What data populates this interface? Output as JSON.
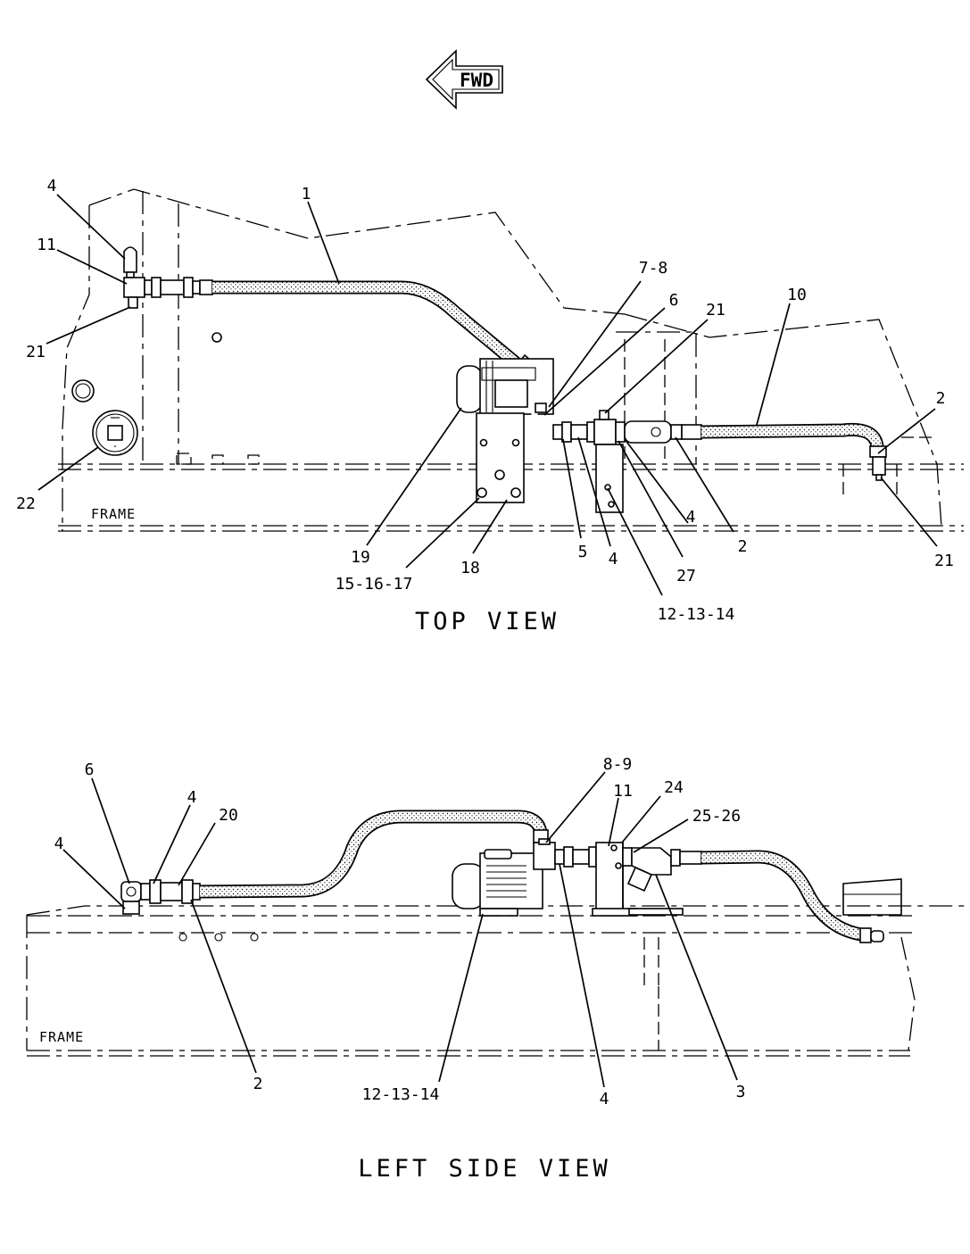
{
  "orientation_arrow": {
    "label": "FWD"
  },
  "top_view": {
    "title": "TOP VIEW",
    "frame_label": "FRAME",
    "callouts": [
      "4",
      "11",
      "21",
      "1",
      "22",
      "19",
      "15-16-17",
      "18",
      "7-8",
      "6",
      "21",
      "10",
      "2",
      "4",
      "5",
      "4",
      "27",
      "2",
      "21",
      "12-13-14"
    ]
  },
  "side_view": {
    "title": "LEFT SIDE VIEW",
    "frame_label": "FRAME",
    "callouts": [
      "6",
      "4",
      "4",
      "20",
      "2",
      "8-9",
      "11",
      "24",
      "25-26",
      "12-13-14",
      "4",
      "3"
    ]
  }
}
